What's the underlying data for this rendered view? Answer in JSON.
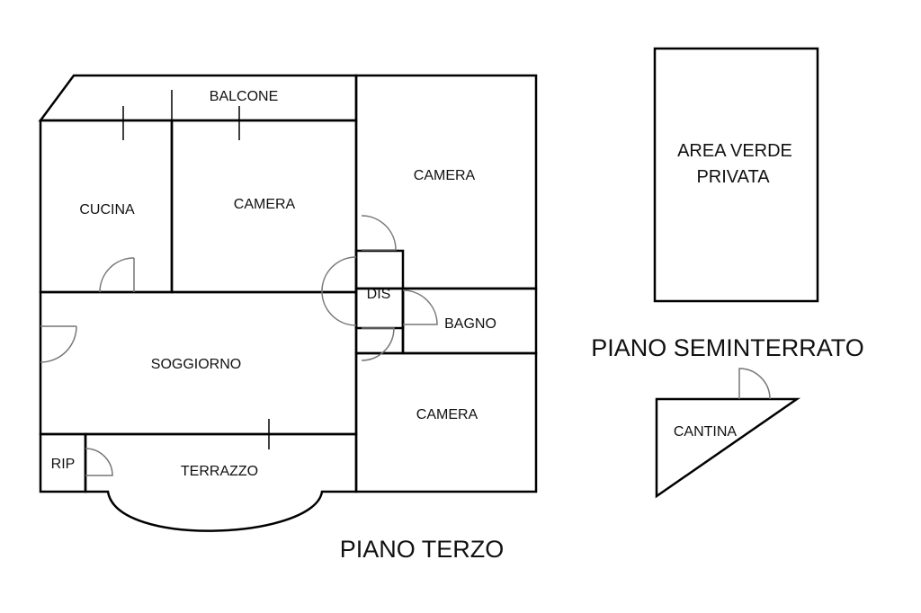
{
  "colors": {
    "balcone": "#B07400",
    "cucina": "#FFC800",
    "camera": "#FFD2DC",
    "soggiorno": "#FFFF00",
    "dis": "#D2D2D2",
    "bagno": "#D2E8FA",
    "rip": "#D2D2D2",
    "terrazzo": "#B07400",
    "area_verde": "#A5D5AD",
    "cantina": "#D2D2D2"
  },
  "rooms": {
    "balcone": "BALCONE",
    "cucina": "CUCINA",
    "camera_top": "CAMERA",
    "camera_right_top": "CAMERA",
    "dis": "DIS",
    "bagno": "BAGNO",
    "soggiorno": "SOGGIORNO",
    "camera_right_bottom": "CAMERA",
    "rip": "RIP",
    "terrazzo": "TERRAZZO",
    "area_verde_line1": "AREA VERDE",
    "area_verde_line2": "PRIVATA",
    "cantina": "CANTINA"
  },
  "floors": {
    "piano_terzo": "PIANO TERZO",
    "piano_seminterrato": "PIANO SEMINTERRATO"
  }
}
